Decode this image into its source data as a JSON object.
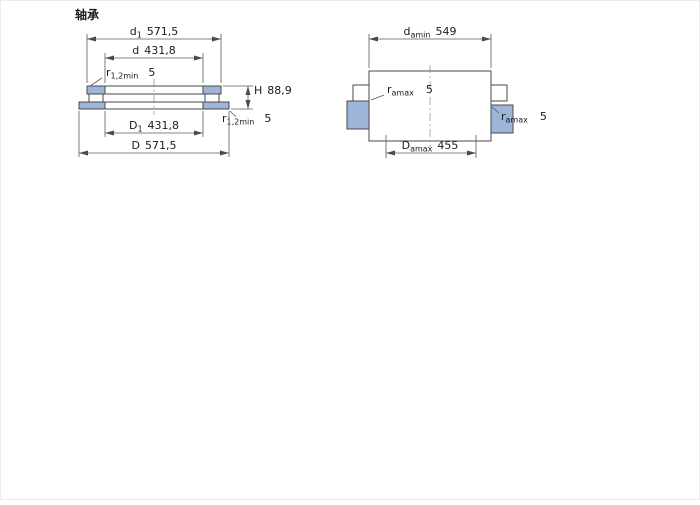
{
  "page": {
    "title": "轴承"
  },
  "colors": {
    "section_fill": "#9db5d8",
    "line": "#4a4a4a",
    "text": "#1a1a1a"
  },
  "left_view": {
    "dims": {
      "d1": {
        "base": "d",
        "sub": "1",
        "value": "571,5"
      },
      "d": {
        "base": "d",
        "value": "431,8"
      },
      "r_top": {
        "base": "r",
        "sub": "1,2min",
        "value": "5"
      },
      "H": {
        "base": "H",
        "value": "88,9"
      },
      "r_bottom": {
        "base": "r",
        "sub": "1,2min",
        "value": "5"
      },
      "D1": {
        "base": "D",
        "sub": "1",
        "value": "431,8"
      },
      "D": {
        "base": "D",
        "value": "571,5"
      }
    }
  },
  "right_view": {
    "dims": {
      "da": {
        "base": "d",
        "sub": "amin",
        "value": "549"
      },
      "ra_top": {
        "base": "r",
        "sub": "amax",
        "value": "5"
      },
      "ra_side": {
        "base": "r",
        "sub": "amax",
        "value": "5"
      },
      "Da": {
        "base": "D",
        "sub": "amax",
        "value": "455"
      }
    }
  }
}
